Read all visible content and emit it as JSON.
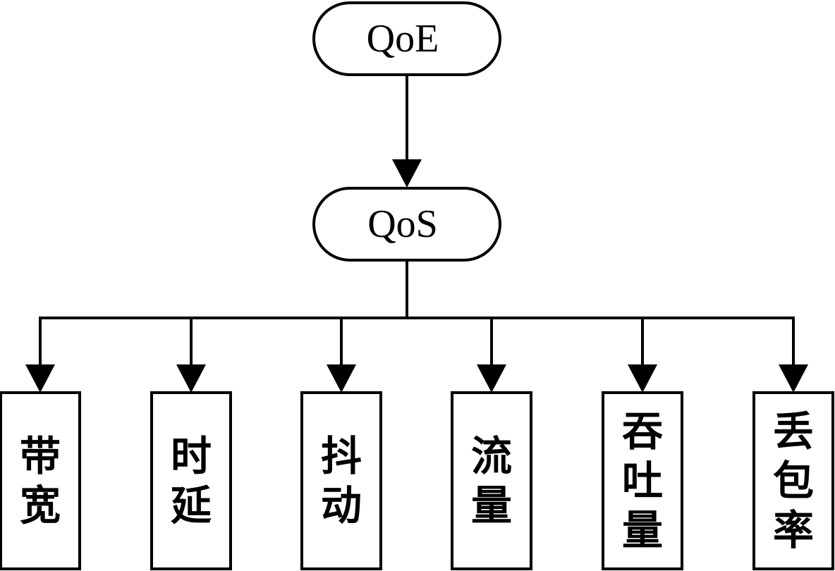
{
  "top_node": {
    "label": "QoE"
  },
  "middle_node": {
    "label": "QoS"
  },
  "metrics": [
    {
      "lines": [
        "带",
        "宽"
      ]
    },
    {
      "lines": [
        "时",
        "延"
      ]
    },
    {
      "lines": [
        "抖",
        "动"
      ]
    },
    {
      "lines": [
        "流",
        "量"
      ]
    },
    {
      "lines": [
        "吞",
        "吐",
        "量"
      ]
    },
    {
      "lines": [
        "丢",
        "包",
        "率"
      ]
    }
  ]
}
